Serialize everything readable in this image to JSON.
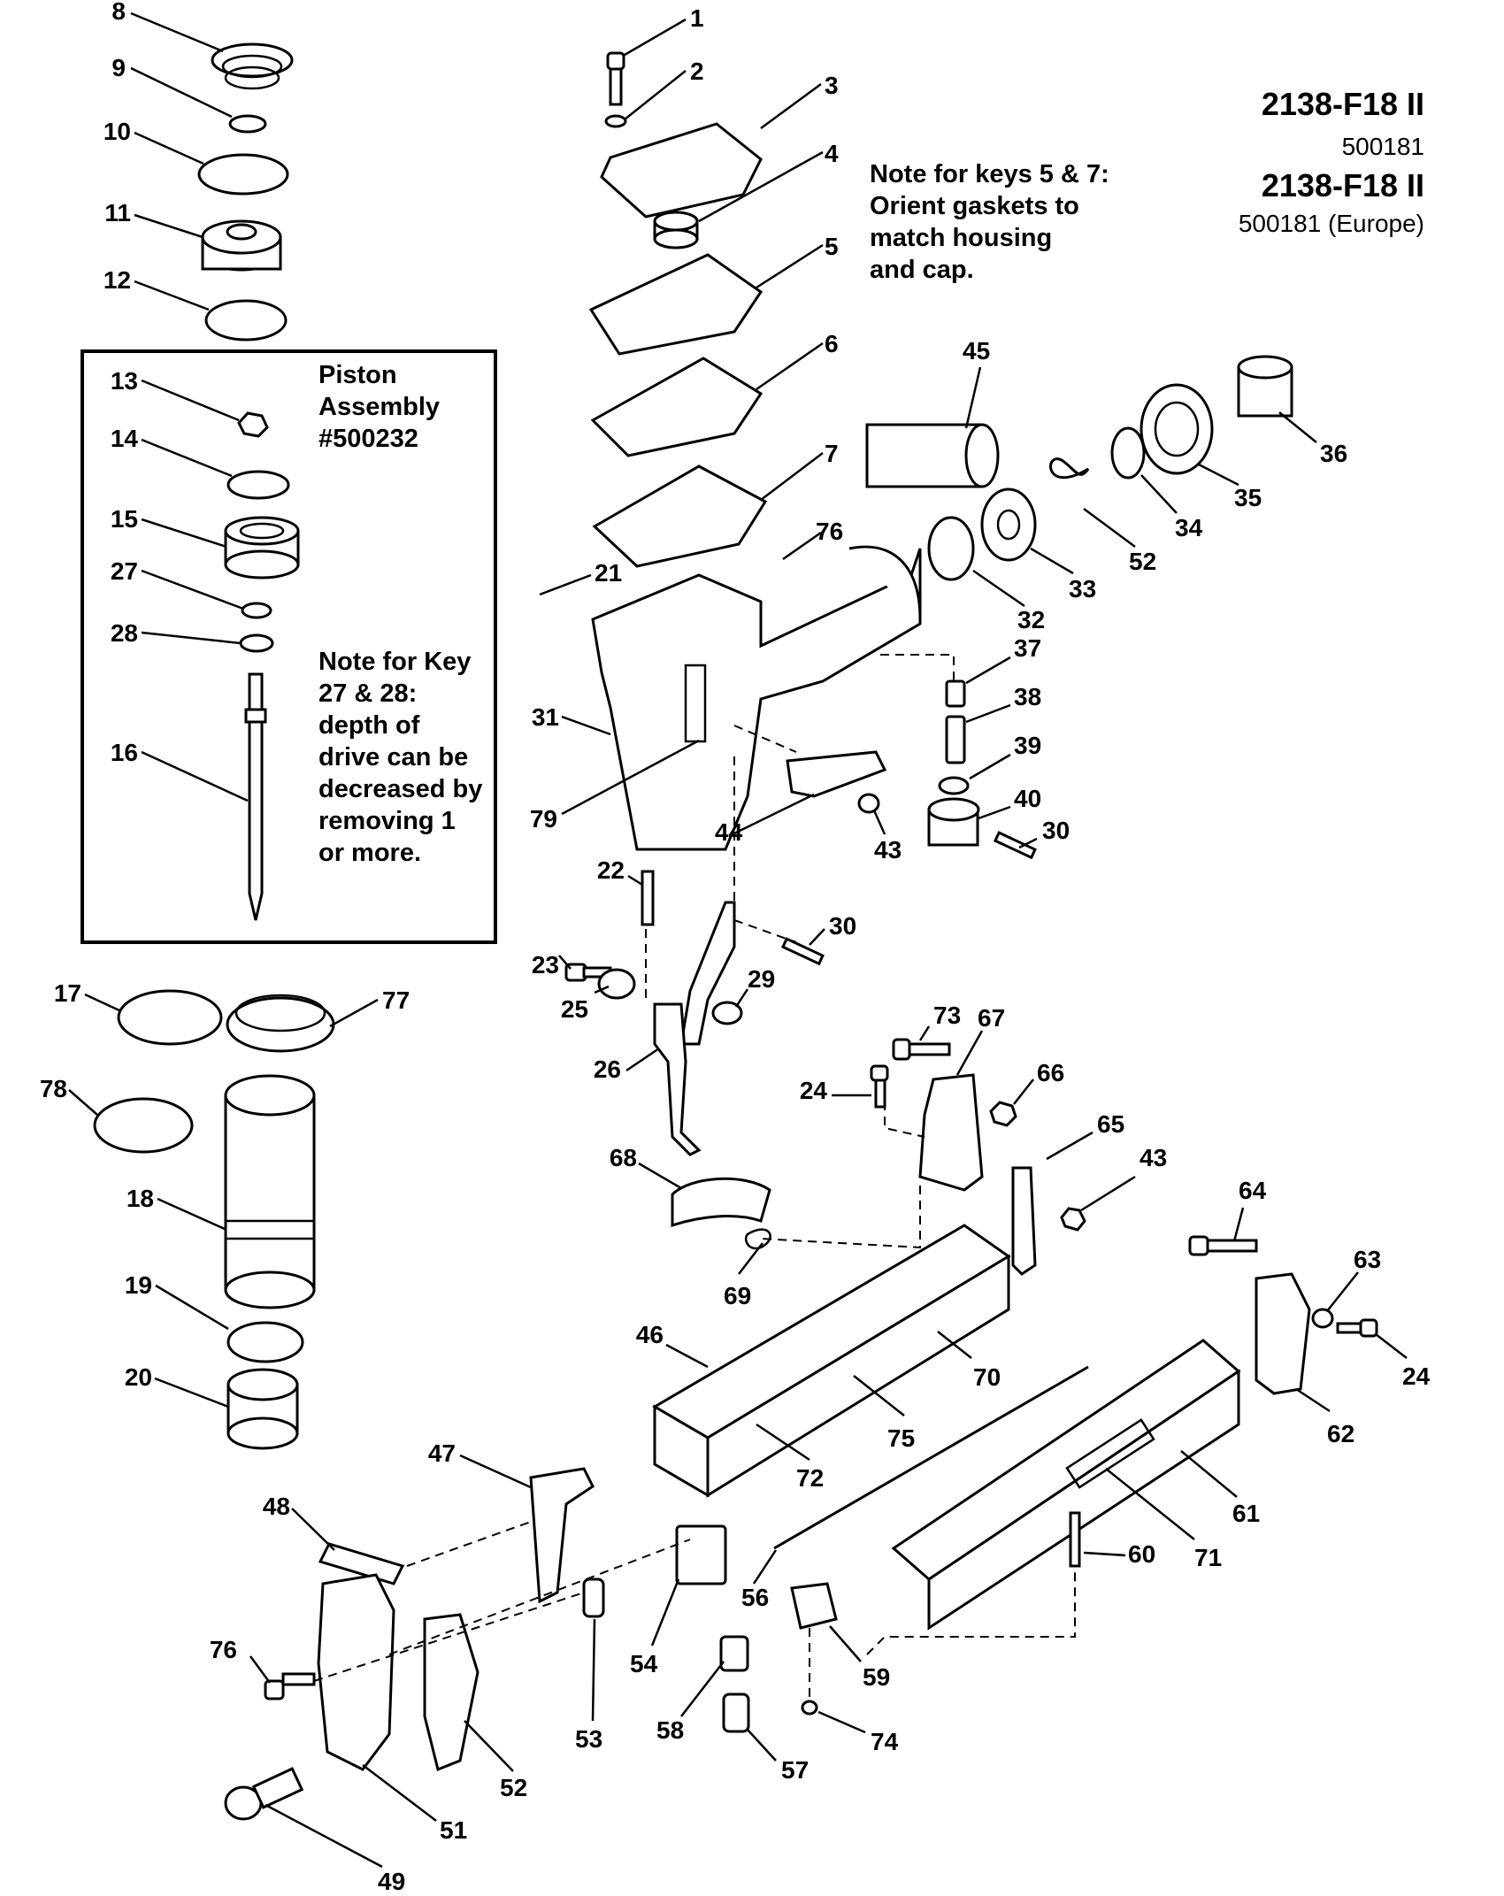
{
  "header": {
    "title_1": "2138-F18 II",
    "model_1": "500181",
    "title_2": "2138-F18 II",
    "model_2": "500181 (Europe)"
  },
  "note_gaskets": {
    "line_1": "Note for keys 5 & 7:",
    "line_2": "Orient gaskets to",
    "line_3": "match housing",
    "line_4": "and cap."
  },
  "piston_box": {
    "title_line_1": "Piston",
    "title_line_2": "Assembly",
    "title_line_3": "#500232",
    "note_line_1": "Note for Key",
    "note_line_2": "27 & 28:",
    "note_line_3": "depth of",
    "note_line_4": "drive can be",
    "note_line_5": "decreased by",
    "note_line_6": "removing 1",
    "note_line_7": "or more."
  },
  "keys": [
    {
      "key": "1"
    },
    {
      "key": "2"
    },
    {
      "key": "3"
    },
    {
      "key": "4"
    },
    {
      "key": "5"
    },
    {
      "key": "6"
    },
    {
      "key": "7"
    },
    {
      "key": "8"
    },
    {
      "key": "9"
    },
    {
      "key": "10"
    },
    {
      "key": "11"
    },
    {
      "key": "12"
    },
    {
      "key": "13"
    },
    {
      "key": "14"
    },
    {
      "key": "15"
    },
    {
      "key": "27"
    },
    {
      "key": "28"
    },
    {
      "key": "16"
    },
    {
      "key": "17"
    },
    {
      "key": "77"
    },
    {
      "key": "78"
    },
    {
      "key": "18"
    },
    {
      "key": "19"
    },
    {
      "key": "20"
    },
    {
      "key": "21"
    },
    {
      "key": "76"
    },
    {
      "key": "31"
    },
    {
      "key": "79"
    },
    {
      "key": "45"
    },
    {
      "key": "36"
    },
    {
      "key": "35"
    },
    {
      "key": "34"
    },
    {
      "key": "52"
    },
    {
      "key": "33"
    },
    {
      "key": "32"
    },
    {
      "key": "37"
    },
    {
      "key": "38"
    },
    {
      "key": "39"
    },
    {
      "key": "40"
    },
    {
      "key": "30"
    },
    {
      "key": "44"
    },
    {
      "key": "43"
    },
    {
      "key": "22"
    },
    {
      "key": "30"
    },
    {
      "key": "23"
    },
    {
      "key": "25"
    },
    {
      "key": "29"
    },
    {
      "key": "26"
    },
    {
      "key": "73"
    },
    {
      "key": "67"
    },
    {
      "key": "24"
    },
    {
      "key": "66"
    },
    {
      "key": "65"
    },
    {
      "key": "43"
    },
    {
      "key": "68"
    },
    {
      "key": "69"
    },
    {
      "key": "64"
    },
    {
      "key": "63"
    },
    {
      "key": "24"
    },
    {
      "key": "62"
    },
    {
      "key": "46"
    },
    {
      "key": "70"
    },
    {
      "key": "75"
    },
    {
      "key": "72"
    },
    {
      "key": "61"
    },
    {
      "key": "71"
    },
    {
      "key": "60"
    },
    {
      "key": "47"
    },
    {
      "key": "48"
    },
    {
      "key": "76"
    },
    {
      "key": "53"
    },
    {
      "key": "54"
    },
    {
      "key": "56"
    },
    {
      "key": "59"
    },
    {
      "key": "58"
    },
    {
      "key": "74"
    },
    {
      "key": "57"
    },
    {
      "key": "52"
    },
    {
      "key": "51"
    },
    {
      "key": "49"
    }
  ]
}
